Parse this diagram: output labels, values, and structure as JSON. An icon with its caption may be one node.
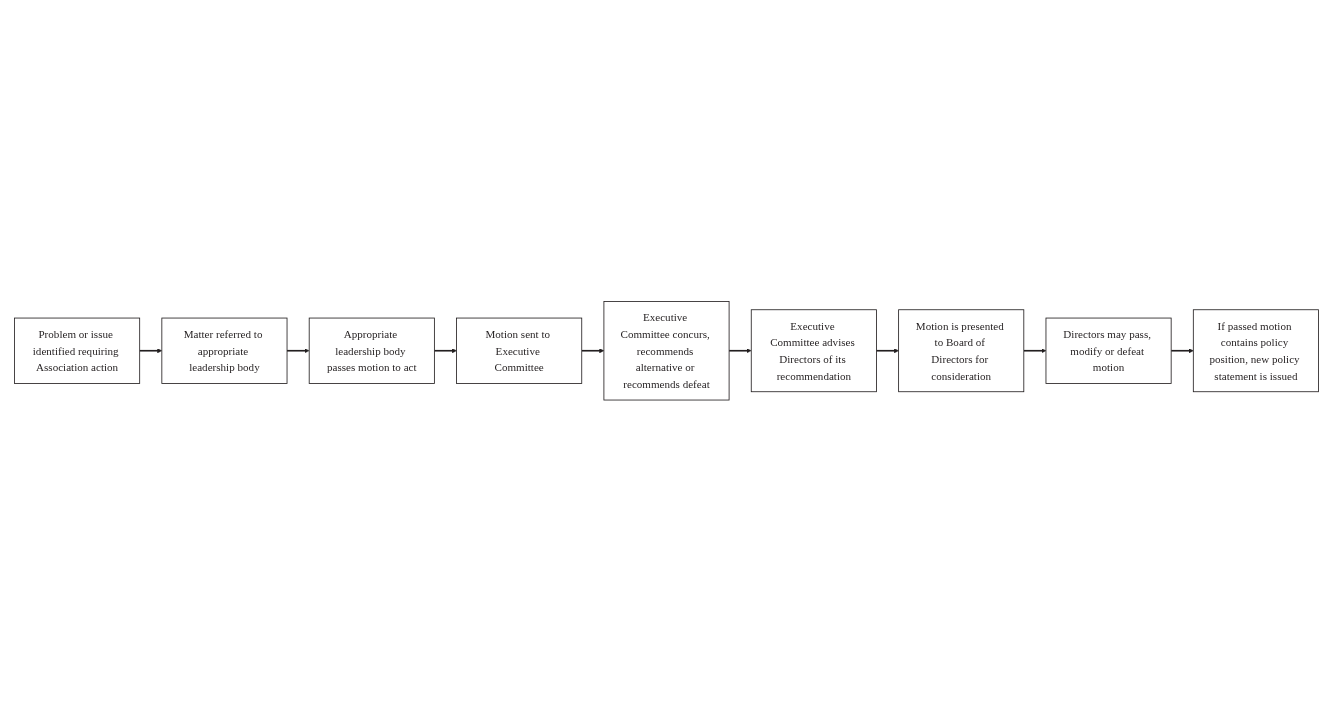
{
  "diagram": {
    "nodes": [
      {
        "text": [
          "Problem or issue identified requiring Association action"
        ]
      },
      {
        "text": [
          "Matter referred to appropriate leadership body"
        ]
      },
      {
        "text": [
          "Appropriate leadership body passes motion to act"
        ]
      },
      {
        "text": [
          "Motion sent to Executive Committee"
        ]
      },
      {
        "text": [
          "Executive Committee concurs, recommends alternative or recommends defeat"
        ]
      },
      {
        "text": [
          "Executive Committee advises Directors of its recommendation"
        ]
      },
      {
        "text": [
          "Motion is presented to Board of Directors for consideration"
        ]
      },
      {
        "text": [
          "Directors may pass, modify or defeat motion"
        ]
      },
      {
        "text": [
          "If passed motion contains policy position, new policy statement is issued"
        ]
      }
    ],
    "edges": [
      {
        "from": 0,
        "to": 1,
        "arrow": "to"
      },
      {
        "from": 1,
        "to": 2,
        "arrow": "to"
      },
      {
        "from": 2,
        "to": 3,
        "arrow": "to"
      },
      {
        "from": 3,
        "to": 4,
        "arrow": "to"
      },
      {
        "from": 4,
        "to": 5,
        "arrow": "to"
      },
      {
        "from": 5,
        "to": 6,
        "arrow": "to"
      },
      {
        "from": 6,
        "to": 7,
        "arrow": "to"
      },
      {
        "from": 7,
        "to": 8,
        "arrow": "to"
      }
    ]
  }
}
